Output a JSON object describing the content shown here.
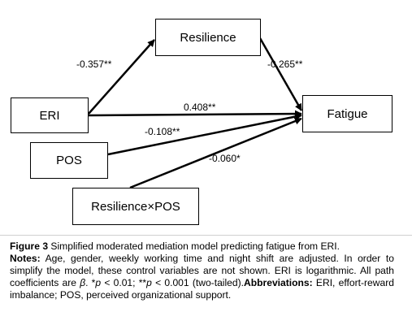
{
  "diagram": {
    "nodes": {
      "resilience": "Resilience",
      "eri": "ERI",
      "pos": "POS",
      "interaction": "Resilience×POS",
      "fatigue": "Fatigue"
    },
    "paths": {
      "eri_to_resilience": "-0.357**",
      "resilience_to_fatigue": "-0.265**",
      "eri_to_fatigue": "0.408**",
      "pos_to_fatigue": "-0.108**",
      "interaction_to_fatigue": "-0.060*"
    }
  },
  "caption": {
    "figure_label": "Figure 3",
    "title": " Simplified moderated mediation model predicting fatigue from ERI.",
    "notes_label": "Notes:",
    "notes_text": " Age, gender, weekly working time and night shift are adjusted. In order to simplify the model, these control variables are not shown. ERI is logarithmic. All path coefficients are ",
    "beta": "β",
    "sig_1": ". *",
    "p1": "p",
    "sig_2": " < 0.01; **",
    "p2": "p",
    "sig_3": " < 0.001 (two-tailed).",
    "abbrev_label": "Abbreviations:",
    "abbrev_text": " ERI, effort-reward imbalance; POS, perceived organizational support."
  }
}
